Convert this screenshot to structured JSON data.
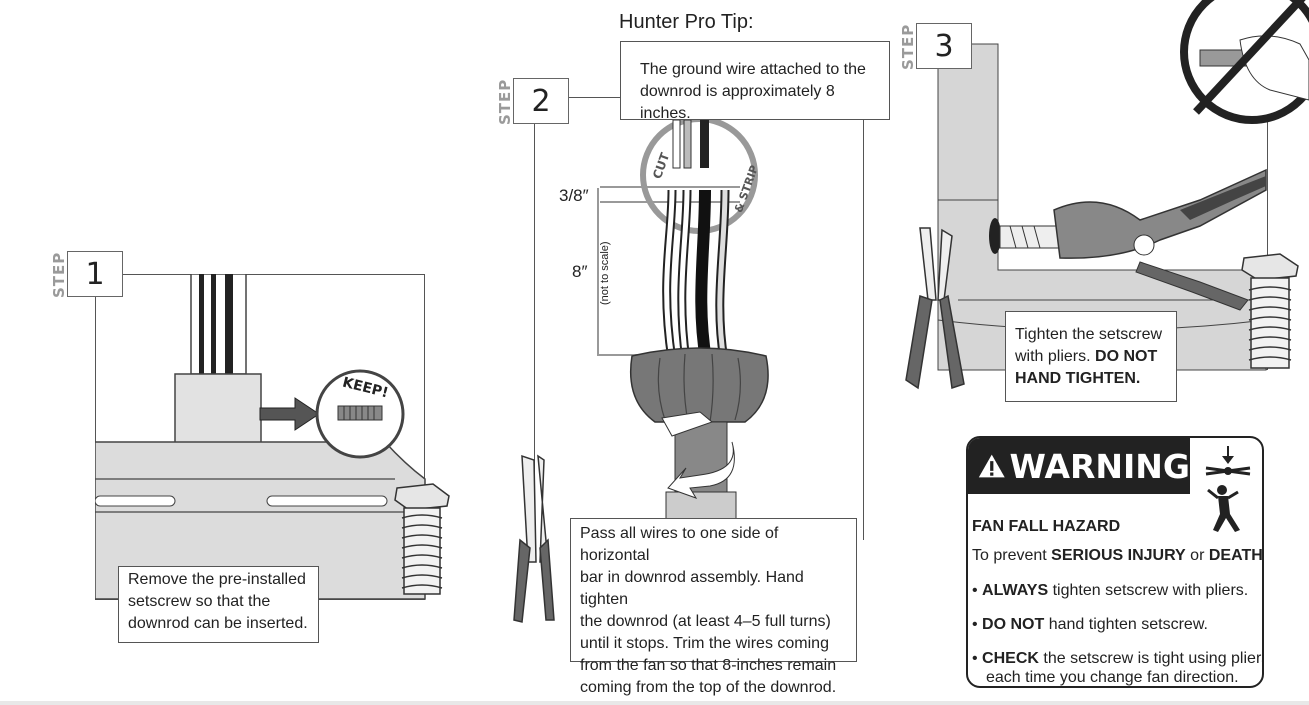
{
  "step_word": "STEP",
  "steps": [
    {
      "number": "1",
      "text": "Remove the pre-installed setscrew so that the downrod can be inserted."
    },
    {
      "number": "2",
      "text": "Pass all wires to one side of horizontal bar in downrod assembly. Hand tighten the downrod (at least 4–5 full turns) until it stops. Trim the wires coming from the fan so that 8-inches remain coming from the top of the downrod."
    },
    {
      "number": "3",
      "text": "Tighten the setscrew with pliers.",
      "emphasis": "DO NOT HAND TIGHTEN."
    }
  ],
  "step1_lines": [
    "Remove the pre-installed",
    "setscrew so that the",
    "downrod can be inserted."
  ],
  "step2_lines": [
    "Pass all wires to one side of horizontal",
    "bar in downrod assembly. Hand tighten",
    "the downrod (at least 4–5 full turns)",
    "until it stops. Trim the wires coming",
    "from the fan so that 8-inches remain",
    "coming from the top of the downrod."
  ],
  "step3_lines": [
    "Tighten the setscrew",
    "with pliers."
  ],
  "step3_emphasis": [
    "DO NOT",
    "HAND TIGHTEN."
  ],
  "keep_label": "KEEP!",
  "pro_tip": {
    "title": "Hunter Pro Tip:",
    "lines": [
      "The ground wire attached to the",
      "downrod is approximately 8 inches."
    ]
  },
  "dimensions": {
    "strip": "3/8″",
    "length": "8″",
    "not_to_scale": "(not to scale)"
  },
  "cut_strip": {
    "cut": "CUT",
    "strip": "& STRIP"
  },
  "warning": {
    "title": "WARNING",
    "hazard": "FAN FALL HAZARD",
    "prevent_prefix": "To prevent",
    "prevent_bold": "SERIOUS INJURY",
    "prevent_or": "or",
    "prevent_bold2": "DEATH:",
    "bullets": [
      {
        "bold": "ALWAYS",
        "rest": "tighten setscrew with pliers."
      },
      {
        "bold": "DO NOT",
        "rest": "hand tighten setscrew."
      },
      {
        "bold": "CHECK",
        "rest": "the setscrew is tight using pliers",
        "cont": "each time you change fan direction."
      }
    ]
  },
  "colors": {
    "frame": "#555555",
    "warning_bg": "#222222",
    "gray_fill": "#d9d9d9"
  }
}
